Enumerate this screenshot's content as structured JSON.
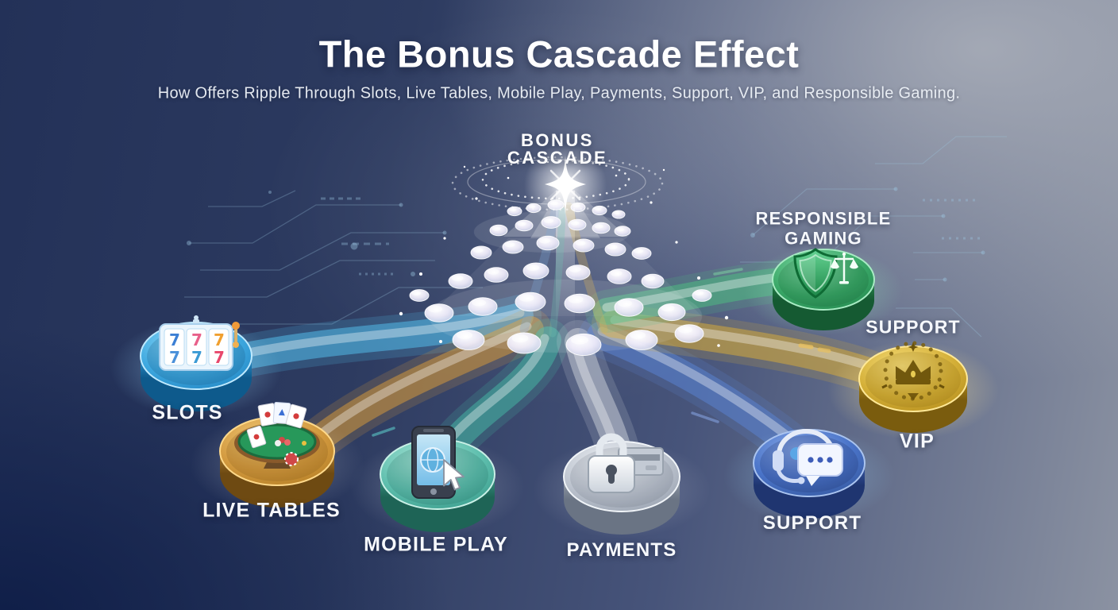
{
  "header": {
    "title": "The Bonus Cascade Effect",
    "subtitle": "How Offers Ripple Through Slots, Live Tables, Mobile Play, Payments, Support, VIP, and Responsible Gaming."
  },
  "cascade": {
    "label_line1": "BONUS",
    "label_line2": "CASCADE",
    "description": "light burst with dotted rings and tiers of translucent gems fanning downward"
  },
  "nodes": [
    {
      "id": "slots",
      "label": "SLOTS",
      "color": "#3fa9e0",
      "stream_color": "#52b9e8",
      "icon": "slot-machine-777-icon"
    },
    {
      "id": "live-tables",
      "label": "LIVE TABLES",
      "color": "#d39a3f",
      "stream_color": "#d1973c",
      "icon": "poker-table-cards-icon"
    },
    {
      "id": "mobile-play",
      "label": "MOBILE PLAY",
      "color": "#4fb9a9",
      "stream_color": "#46b3a2",
      "icon": "smartphone-tap-icon"
    },
    {
      "id": "payments",
      "label": "PAYMENTS",
      "color": "#b9c0cb",
      "stream_color": "#c3c9d3",
      "icon": "padlock-card-icon"
    },
    {
      "id": "support",
      "label": "SUPPORT",
      "color": "#4a74c9",
      "stream_color": "#5a82cf",
      "icon": "headset-chat-icon"
    },
    {
      "id": "vip",
      "label": "VIP",
      "color": "#d4af37",
      "stream_color": "#d4a93c",
      "icon": "crown-badge-icon"
    },
    {
      "id": "responsible-gaming",
      "label": "RESPONSIBLE GAMING",
      "color": "#3aa868",
      "stream_color": "#4fba82",
      "icon": "shield-scales-icon"
    }
  ],
  "floating_labels": {
    "above_vip": "SUPPORT"
  },
  "palette": {
    "background_dark": "#16254e",
    "background_light": "#9097a4",
    "circuit_line": "#9ec9e4",
    "gem_white": "#f2f0fa",
    "text": "#ffffff"
  }
}
